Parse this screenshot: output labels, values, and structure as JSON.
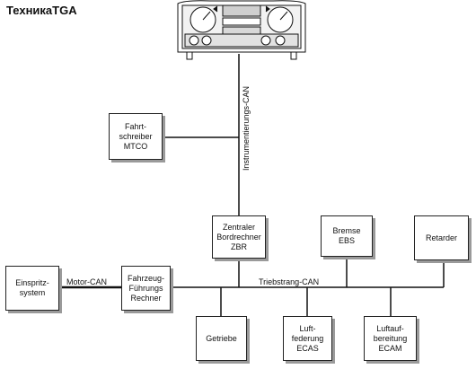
{
  "title": "ТехникаTGA",
  "dashboard": {
    "icon": "instrument-cluster-icon"
  },
  "boxes": {
    "tachograph": "Fahrt-\nschreiber\nMTCO",
    "zbr": "Zentraler\nBordrechner\nZBR",
    "ebs": "Bremse\nEBS",
    "retarder": "Retarder",
    "injection": "Einspritz-\nsystem",
    "ffr": "Fahrzeug-\nFührungs\nRechner",
    "gearbox": "Getriebe",
    "ecas": "Luft-\nfederung\nECAS",
    "ecam": "Luftauf-\nbereitung\nECAM"
  },
  "buses": {
    "instrument": "Instrumentierungs-CAN",
    "motor": "Motor-CAN",
    "drivetrain": "Triebstrang-CAN"
  },
  "colors": {
    "line": "#111111",
    "shadow": "#9a9a9a",
    "panel": "#e2e2e2"
  }
}
